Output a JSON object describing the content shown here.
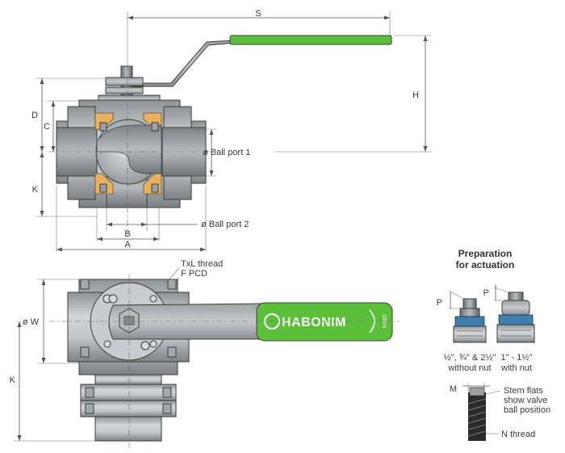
{
  "dimensions": {
    "s": "S",
    "h": "H",
    "d": "D",
    "c": "C",
    "k_front": "K",
    "b": "B",
    "a": "A",
    "w": "ø W",
    "k_top": "K"
  },
  "callouts": {
    "ball_port_1": "ø Ball port 1",
    "ball_port_2": "ø Ball port 2",
    "txl_thread": "TxL thread",
    "f_pcd": "F PCD"
  },
  "handle": {
    "brand": "HABONIM",
    "open_mark": "OPEN",
    "grip_color": "#5cbf3a"
  },
  "preparation": {
    "title_line1": "Preparation",
    "title_line2": "for actuation",
    "p_left": "P",
    "p_right": "P",
    "left_caption_line1": "½\", ¾\" & 2½\"",
    "left_caption_line2": "without nut",
    "right_caption_line1": "1\" - 1½\"",
    "right_caption_line2": "with nut",
    "m": "M",
    "stem_line1": "Stem flats",
    "stem_line2": "show valve",
    "stem_line3": "ball position",
    "n_thread": "N thread"
  },
  "colors": {
    "body": "#b9bdc0",
    "body_dark": "#8d9296",
    "seat": "#e8b061",
    "gasket": "#3e7fb0",
    "green": "#5cbf3a"
  }
}
